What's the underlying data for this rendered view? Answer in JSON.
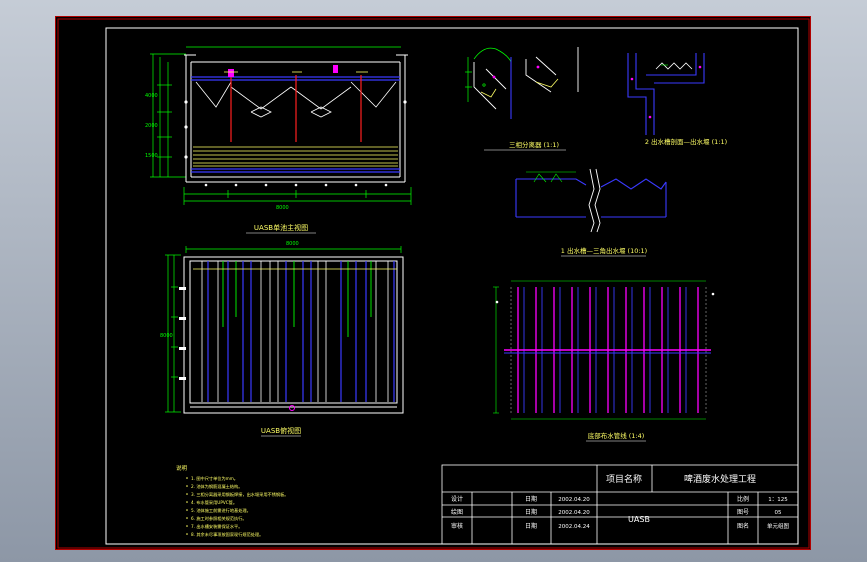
{
  "title_block": {
    "project_label": "项目名称",
    "project_name": "啤酒废水处理工程",
    "drawing_name": "UASB",
    "rows": [
      {
        "role": "设计",
        "date_label": "日期",
        "date": "2002.04.20"
      },
      {
        "role": "绘图",
        "date_label": "日期",
        "date": "2002.04.20"
      },
      {
        "role": "审核",
        "date_label": "日期",
        "date": "2002.04.24"
      }
    ],
    "scale_label": "比例",
    "scale_value": "1：125",
    "sheet_label": "图号",
    "sheet_value": "05",
    "sheet_name_label": "图名",
    "sheet_name_value": "单元组图"
  },
  "views": {
    "front": "UASB单池主视图",
    "plan": "UASB俯视图",
    "detail_three_phase": "三相分离器 (1:1)",
    "detail_weir": "2 出水槽剖面—出水堰 (1:1)",
    "detail_triangle_weir": "1 出水槽—三角出水堰 (10:1)",
    "detail_bottom_pipe": "底部布水管线 (1:4)"
  },
  "notes": {
    "heading": "说明",
    "lines": [
      "1. 图中尺寸单位为mm。",
      "2. 池体为钢筋混凝土结构。",
      "3. 三相分离器采用钢板焊接，出水堰采用不锈钢板。",
      "4. 布水管采用UPVC管。",
      "5. 池体施工前需进行地基处理。",
      "6. 施工时参照相关规范执行。",
      "7. 出水槽安装需保证水平。",
      "8. 其余未尽事项按国家现行规范处理。"
    ]
  },
  "colors": {
    "frame": "#ffffff",
    "dimension": "#00ff00",
    "structure": "#ffffff",
    "pipe": "#3a3aff",
    "separator": "#ff2020",
    "filler": "#ffff66",
    "distribution": "#ff00ff"
  }
}
